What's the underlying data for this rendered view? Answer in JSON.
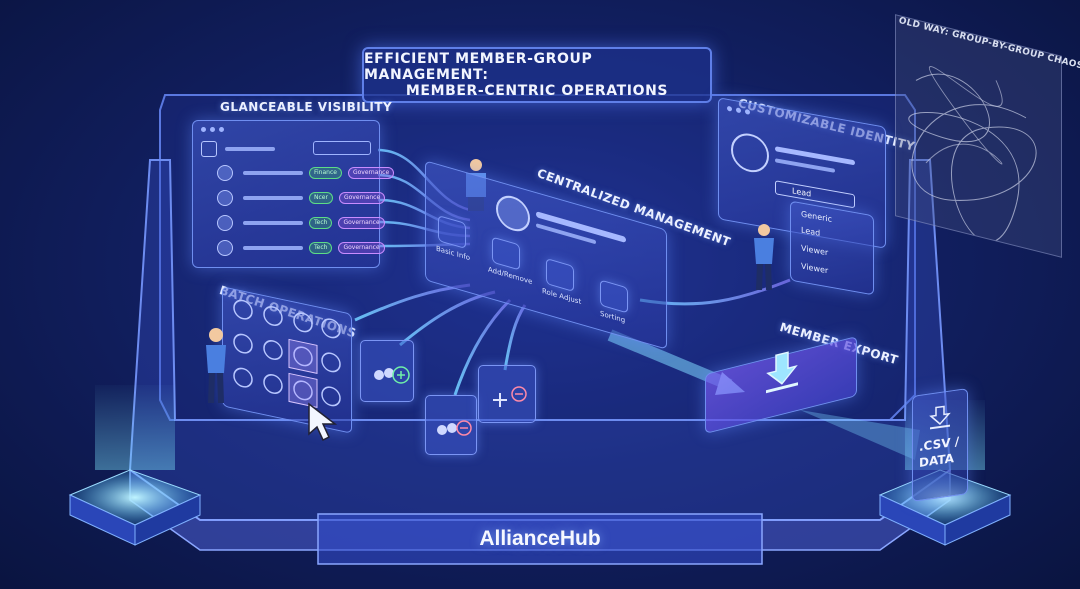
{
  "title": {
    "line1": "EFFICIENT MEMBER-GROUP MANAGEMENT:",
    "line2": "MEMBER-CENTRIC OPERATIONS"
  },
  "sections": {
    "visibility": "GLANCEABLE VISIBILITY",
    "batch": "BATCH OPERATIONS",
    "centralized": "CENTRALIZED MANAGEMENT",
    "identity": "CUSTOMIZABLE IDENTITY",
    "export": "MEMBER EXPORT",
    "old_way": "OLD WAY: GROUP-BY-GROUP CHAOS"
  },
  "visibility_rows": [
    {
      "tag": "Finance",
      "group": "Governance"
    },
    {
      "tag": "Ncer",
      "group": "Governance"
    },
    {
      "tag": "Tech",
      "group": "Governance"
    },
    {
      "tag": "Tech",
      "group": "Governance"
    }
  ],
  "central_actions": [
    "Basic Info",
    "Add/Remove",
    "Role Adjust",
    "Sorting"
  ],
  "identity": {
    "selected": "Lead",
    "options": [
      "Generic",
      "Lead",
      "Viewer",
      "Viewer"
    ]
  },
  "export_file": {
    "line1": ".CSV /",
    "line2": "DATA"
  },
  "brand": "AllianceHub",
  "colors": {
    "background": "#122063",
    "accent": "#5f7fe8",
    "tag_green": "#5ddc86",
    "tag_purple": "#c98cff",
    "glow": "#7fd8ff"
  },
  "icons": [
    "user-avatar-icon",
    "group-add-icon",
    "group-remove-icon",
    "download-icon",
    "cursor-icon",
    "person-icon"
  ]
}
